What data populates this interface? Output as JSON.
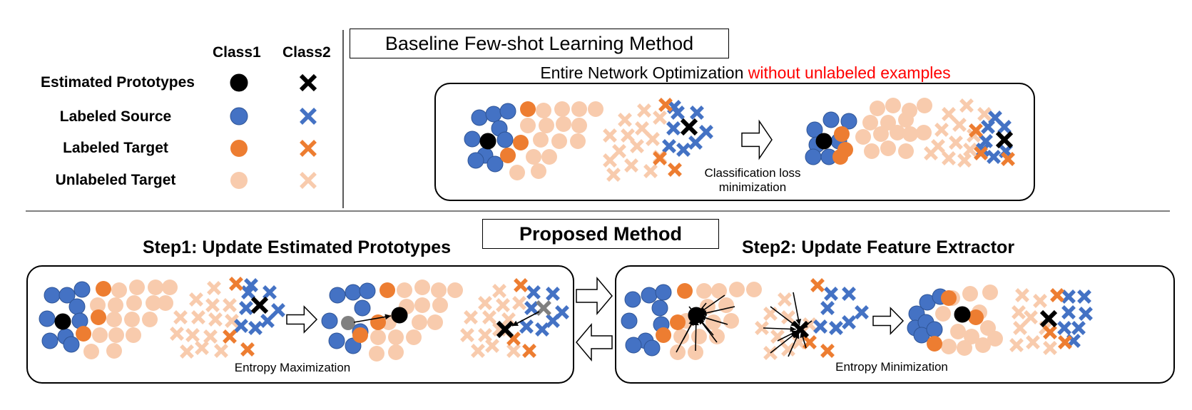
{
  "colors": {
    "prototype": "#000000",
    "labeled_source": "#4472C4",
    "labeled_target": "#ED7D31",
    "unlabeled_target": "#F8CBAD",
    "highlight_text": "#FF0000",
    "moved_prototype": "#808080"
  },
  "legend": {
    "class1": "Class1",
    "class2": "Class2",
    "rows": [
      {
        "label": "Estimated Prototypes",
        "color_key": "prototype"
      },
      {
        "label": "Labeled Source",
        "color_key": "labeled_source"
      },
      {
        "label": "Labeled Target",
        "color_key": "labeled_target"
      },
      {
        "label": "Unlabeled Target",
        "color_key": "unlabeled_target"
      }
    ]
  },
  "baseline": {
    "title": "Baseline Few-shot Learning Method",
    "subtitle_main": "Entire Network Optimization ",
    "subtitle_highlight": "without unlabeled examples",
    "caption_line1": "Classification loss",
    "caption_line2": "minimization"
  },
  "proposed": {
    "title": "Proposed Method",
    "step1_title": "Step1: Update Estimated Prototypes",
    "step2_title": "Step2: Update Feature Extractor",
    "step1_caption": "Entropy Maximization",
    "step2_caption": "Entropy Minimization"
  }
}
